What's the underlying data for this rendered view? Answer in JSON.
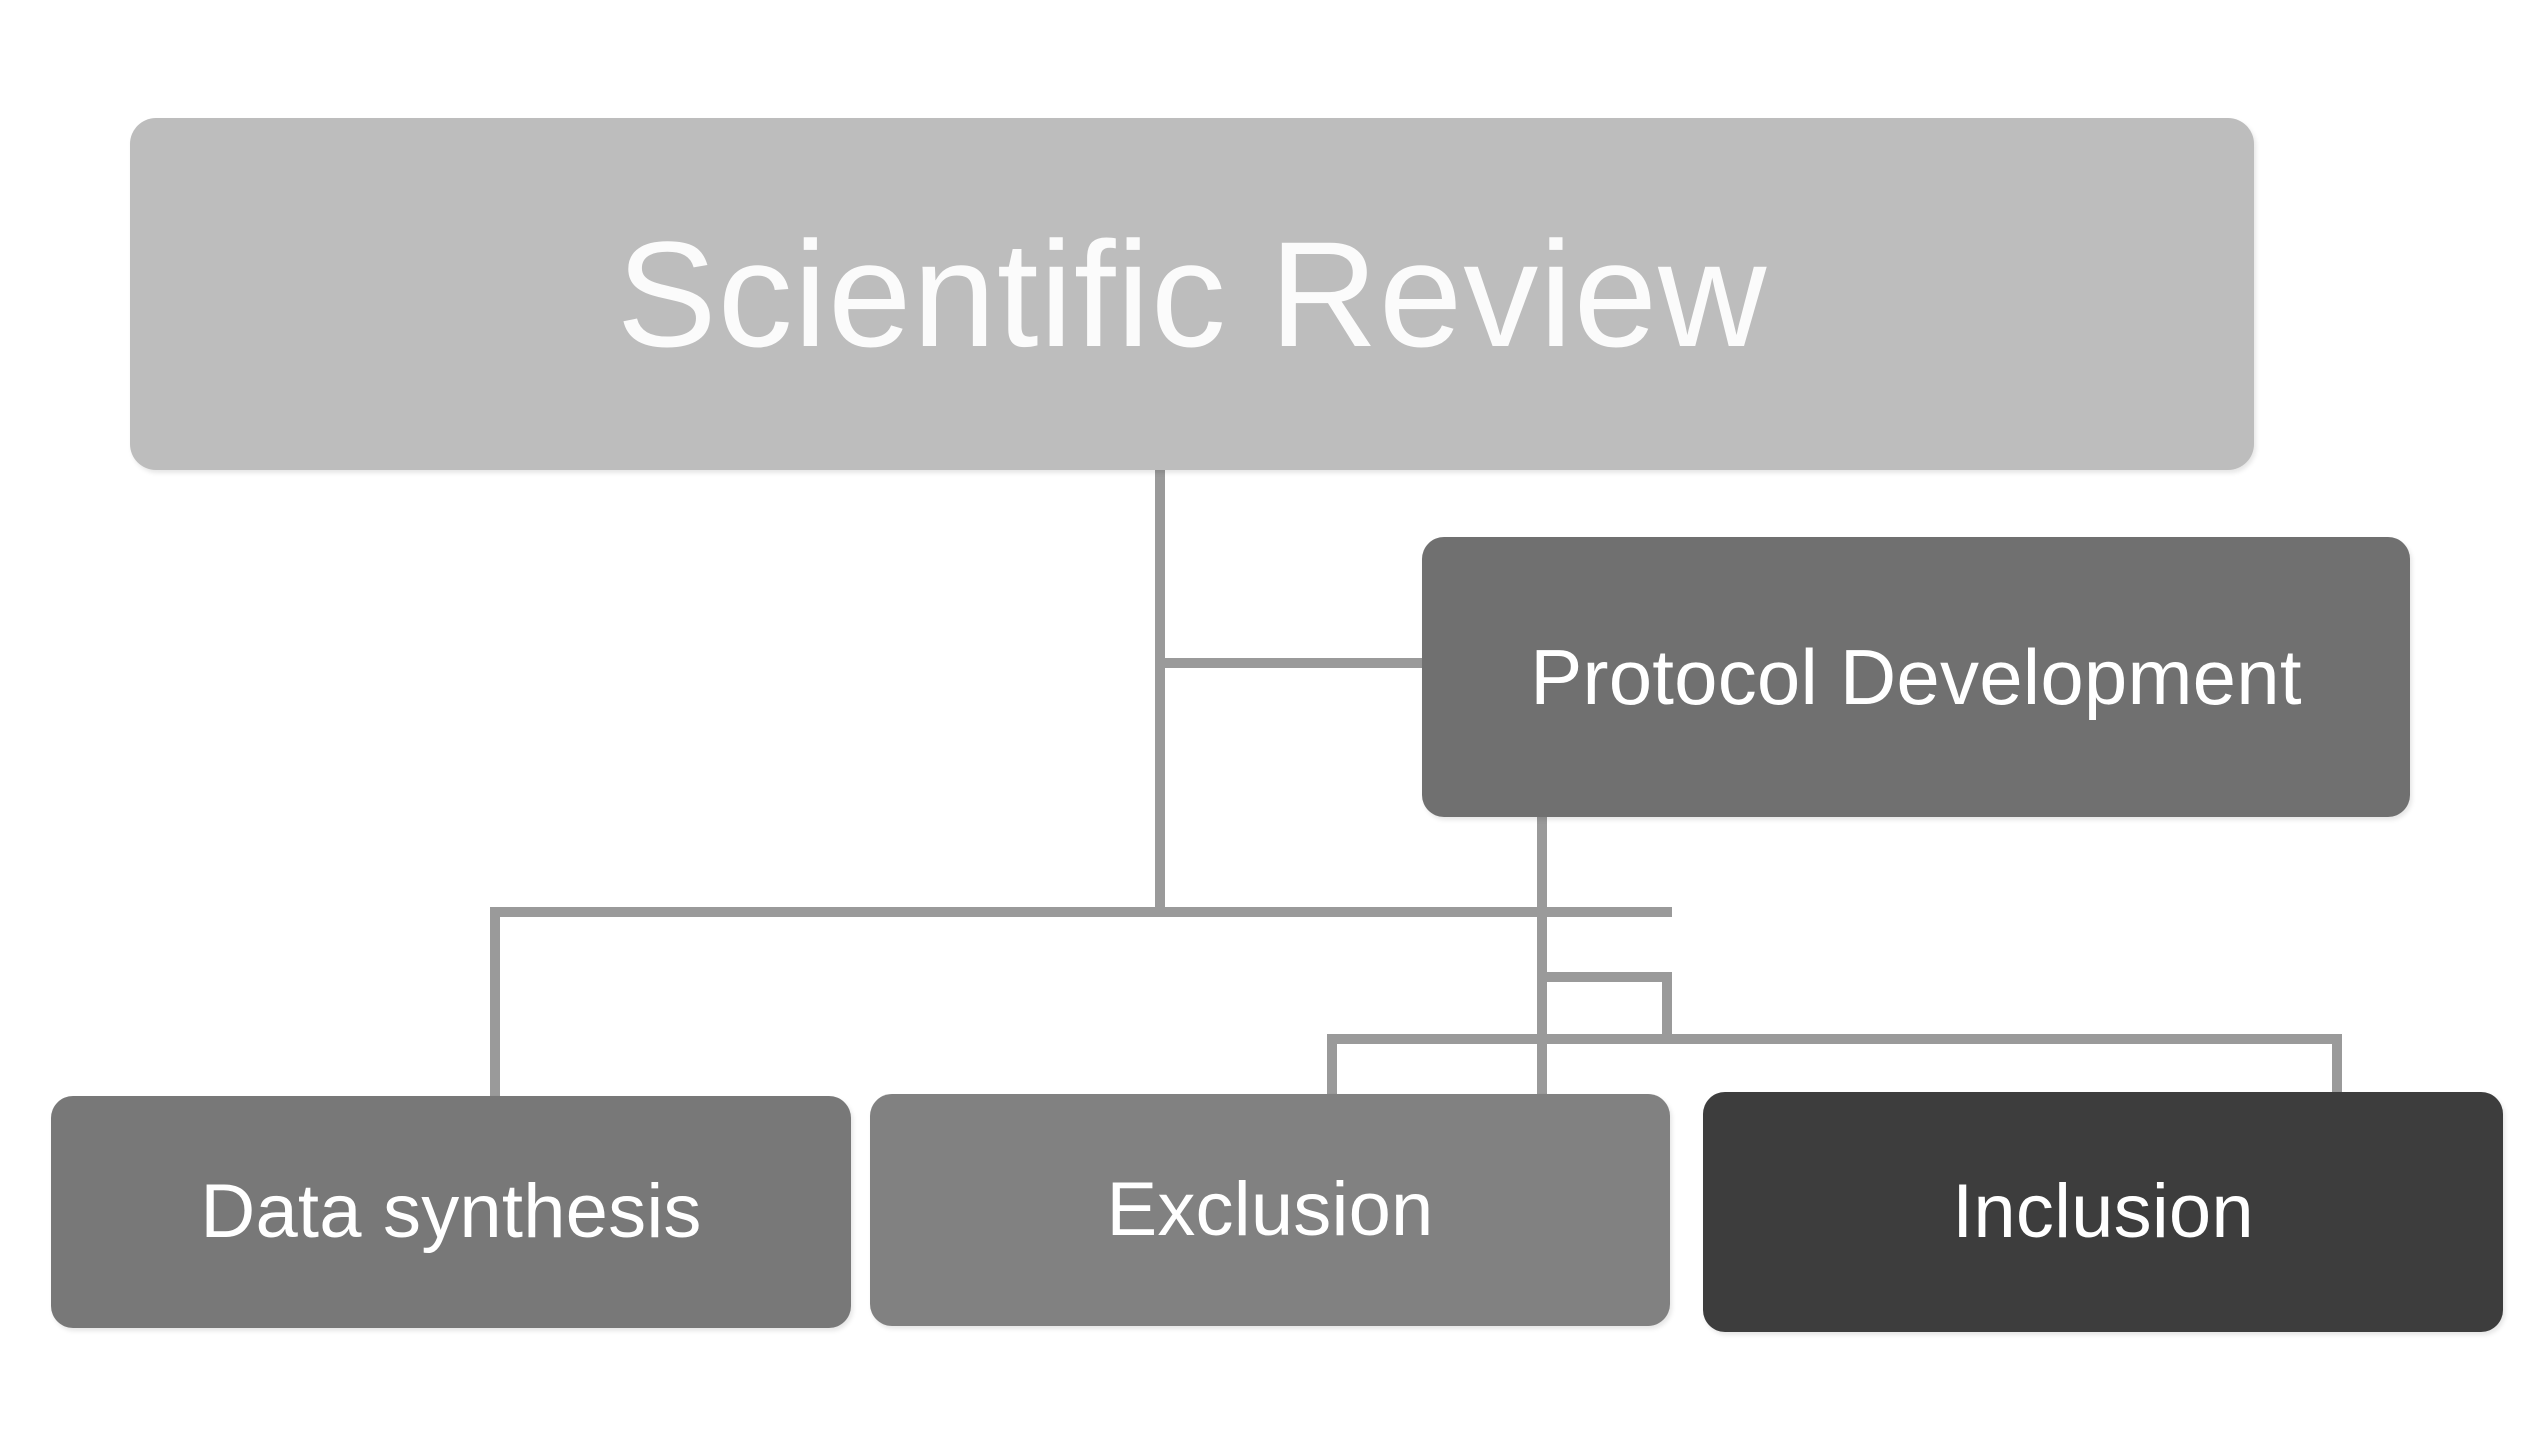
{
  "diagram": {
    "title": "Scientific Review",
    "background_color": "#ffffff",
    "connector_color": "#9a9a9a",
    "nodes": {
      "root": {
        "label": "Scientific Review",
        "fill": "#bdbdbd",
        "text_color": "#fbfbfb"
      },
      "protocol": {
        "label": "Protocol Development",
        "fill": "#707070",
        "text_color": "#ffffff"
      },
      "data_synthesis": {
        "label": "Data synthesis",
        "fill": "#787878",
        "text_color": "#ffffff"
      },
      "exclusion": {
        "label": "Exclusion",
        "fill": "#818181",
        "text_color": "#ffffff"
      },
      "inclusion": {
        "label": "Inclusion",
        "fill": "#3d3d3d",
        "text_color": "#ffffff"
      }
    }
  },
  "chart_data": {
    "type": "table",
    "title": "Scientific Review",
    "nodes": [
      {
        "id": "root",
        "label": "Scientific Review",
        "level": 0,
        "fill": "#bdbdbd"
      },
      {
        "id": "protocol",
        "label": "Protocol Development",
        "level": 1,
        "fill": "#707070"
      },
      {
        "id": "data_synthesis",
        "label": "Data synthesis",
        "level": 2,
        "fill": "#787878"
      },
      {
        "id": "exclusion",
        "label": "Exclusion",
        "level": 2,
        "fill": "#818181"
      },
      {
        "id": "inclusion",
        "label": "Inclusion",
        "level": 2,
        "fill": "#3d3d3d"
      }
    ],
    "edges": [
      {
        "from": "root",
        "to": "protocol"
      },
      {
        "from": "root",
        "to": "data_synthesis"
      },
      {
        "from": "protocol",
        "to": "exclusion"
      },
      {
        "from": "protocol",
        "to": "inclusion"
      }
    ]
  }
}
